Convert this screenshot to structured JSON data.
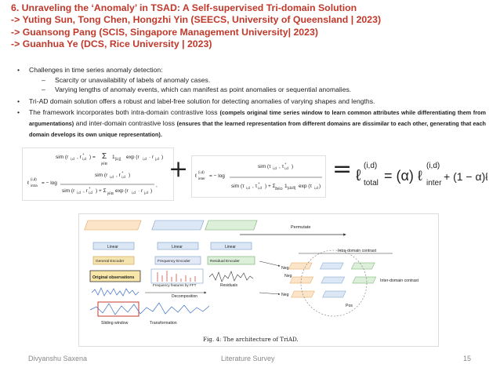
{
  "title": {
    "line1": "6. Unraveling the ‘Anomaly’ in TSAD: A Self-supervised Tri-domain Solution",
    "line2": "-> Yuting Sun, Tong Chen, Hongzhi Yin (SEECS, University of Queensland | 2023)",
    "line3": "-> Guansong Pang (SCIS, Singapore Management University| 2023)",
    "line4": "-> Guanhua Ye (DCS, Rice University | 2023)"
  },
  "bullets": {
    "b1": "Challenges in time series anomaly detection:",
    "b1a": "Scarcity or unavailability of labels of anomaly cases.",
    "b1b": "Varying lengths of anomaly events, which can manifest as point anomalies or sequential anomalies.",
    "b2": "Tri-AD domain solution offers a robust and label-free solution for detecting anomalies of varying shapes and lengths.",
    "b3_part1": "The framework incorporates both intra-domain contrastive loss",
    "b3_part2": "(compels original time series window to learn common attributes while differentiating them from argumentations)",
    "b3_part3": "and inter-domain contrastive loss",
    "b3_part4": "(ensures that the learned representation from different domains are dissimilar to each other, generating that each domain develops its own unique representation)."
  },
  "operators": {
    "plus": "+",
    "equals": "="
  },
  "figure": {
    "permutate": "Permutate",
    "intra_contrast": "Intra-domain contrast",
    "inter_contrast": "Inter-domain contrast",
    "linear": "Linear",
    "general_encoder": "General Encoder",
    "frequency_encoder": "Frequency Encoder",
    "residual_encoder": "Residual Encoder",
    "original_observations": "Original observations",
    "frequency_features": "Frequency features by FFT",
    "residuals": "Residuals",
    "decomposition": "Decomposition",
    "sliding_window": "Sliding window",
    "transformation": "Transformation",
    "neg": "Neg",
    "pos": "Pos",
    "caption": "Fig. 4: The architecture of TriAD."
  },
  "footer": {
    "author": "Divyanshu Saxena",
    "center": "Literature Survey",
    "page": "15"
  }
}
